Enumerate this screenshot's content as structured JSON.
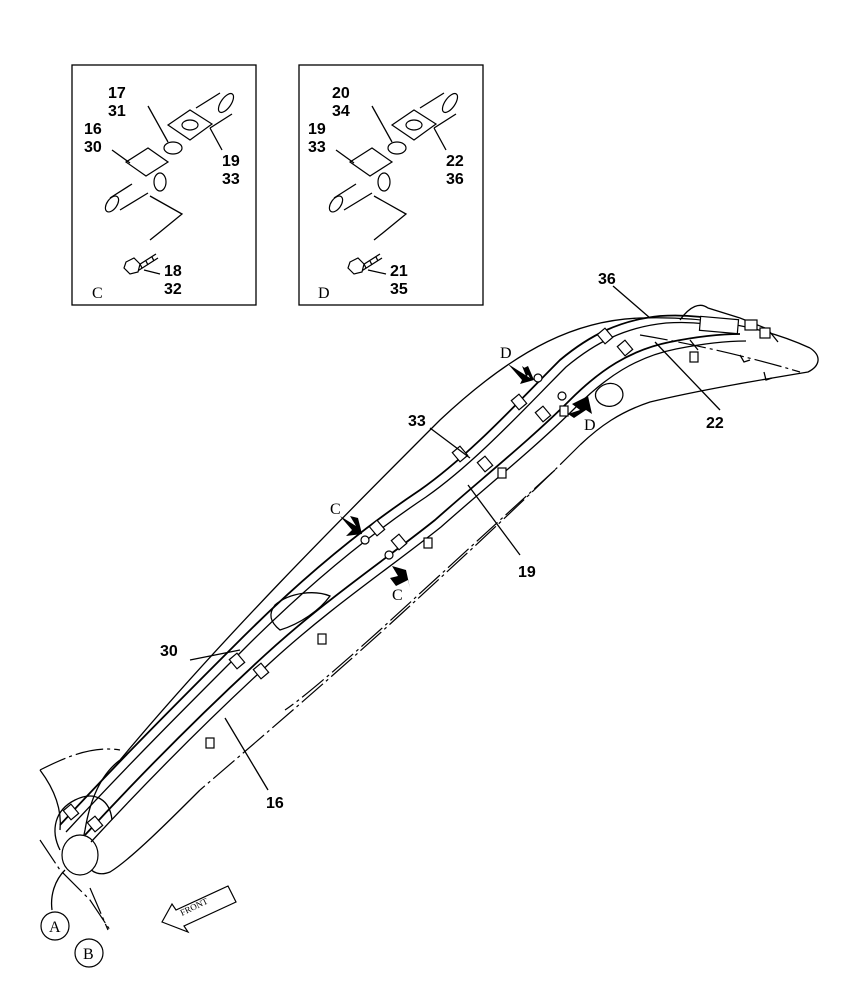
{
  "detail_c": {
    "letter": "C",
    "labels": {
      "top_a": "17",
      "top_b": "31",
      "left_a": "16",
      "left_b": "30",
      "right_a": "19",
      "right_b": "33",
      "bolt_a": "18",
      "bolt_b": "32"
    }
  },
  "detail_d": {
    "letter": "D",
    "labels": {
      "top_a": "20",
      "top_b": "34",
      "left_a": "19",
      "left_b": "33",
      "right_a": "22",
      "right_b": "36",
      "bolt_a": "21",
      "bolt_b": "35"
    }
  },
  "main": {
    "callouts": {
      "c36": "36",
      "c22": "22",
      "c33": "33",
      "c19": "19",
      "c30": "30",
      "c16": "16"
    },
    "view_marks": {
      "d_upper": "D",
      "d_lower": "D",
      "c_upper": "C",
      "c_lower": "C"
    },
    "circles": {
      "a": "A",
      "b": "B"
    },
    "front_label": "FRONT"
  }
}
